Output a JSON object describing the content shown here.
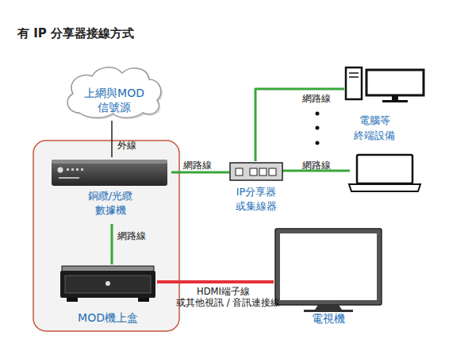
{
  "diagram": {
    "title": "有 IP 分享器接線方式",
    "nodes": [
      {
        "text": [
          "上網與MOD 信號源"
        ]
      },
      {
        "text": [
          "銅纜/光纜 數據機"
        ]
      },
      {
        "text": [
          "MOD機上盒"
        ]
      },
      {
        "text": [
          "IP分享器 或集線器"
        ]
      },
      {
        "text": [
          "電腦等 終端設備"
        ]
      },
      {
        "text": [
          "電視機"
        ]
      }
    ],
    "edges": [
      {
        "from": 0,
        "to": 1,
        "label": "外線",
        "arrow": "none"
      },
      {
        "from": 1,
        "to": 3,
        "label": "網路線",
        "arrow": "none"
      },
      {
        "from": 1,
        "to": 2,
        "label": "網路線",
        "arrow": "none"
      },
      {
        "from": 3,
        "to": 4,
        "label": "網路線",
        "arrow": "none"
      },
      {
        "from": 2,
        "to": 5,
        "label": "HDMI端子線 或其他視訊 / 音訊連接線",
        "arrow": "none"
      }
    ],
    "labels": [
      "網路線"
    ]
  }
}
